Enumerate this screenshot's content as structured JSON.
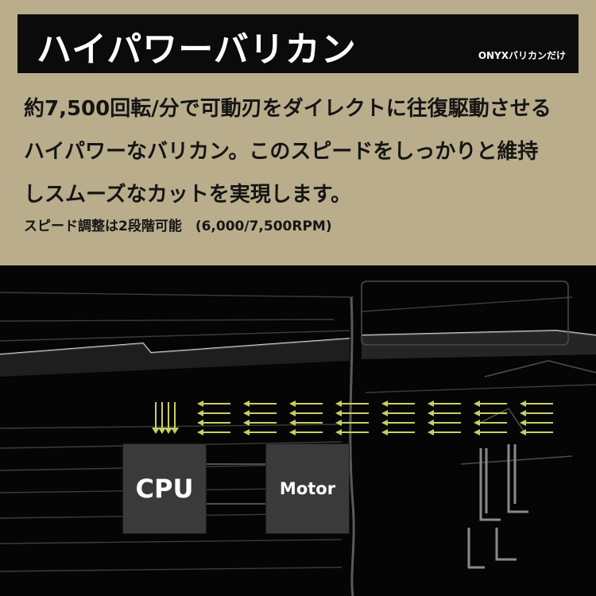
{
  "header": {
    "title": "ハイパワーバリカン",
    "subtitle": "ONYXバリカンだけ"
  },
  "body": {
    "lines": [
      "約7,500回転/分で可動刃をダイレクトに往復駆動させる",
      "ハイパワーなバリカン。このスピードをしっかりと維持",
      "しスムーズなカットを実現します。"
    ],
    "spec": "スピード調整は2段階可能　(6,000/7,500RPM)"
  },
  "diagram": {
    "cpu_label": "CPU",
    "motor_label": "Motor",
    "arrow_count": 8,
    "colors": {
      "arrow": "#c8cf63",
      "chip": "#3a3a3a",
      "background": "#050505"
    }
  }
}
